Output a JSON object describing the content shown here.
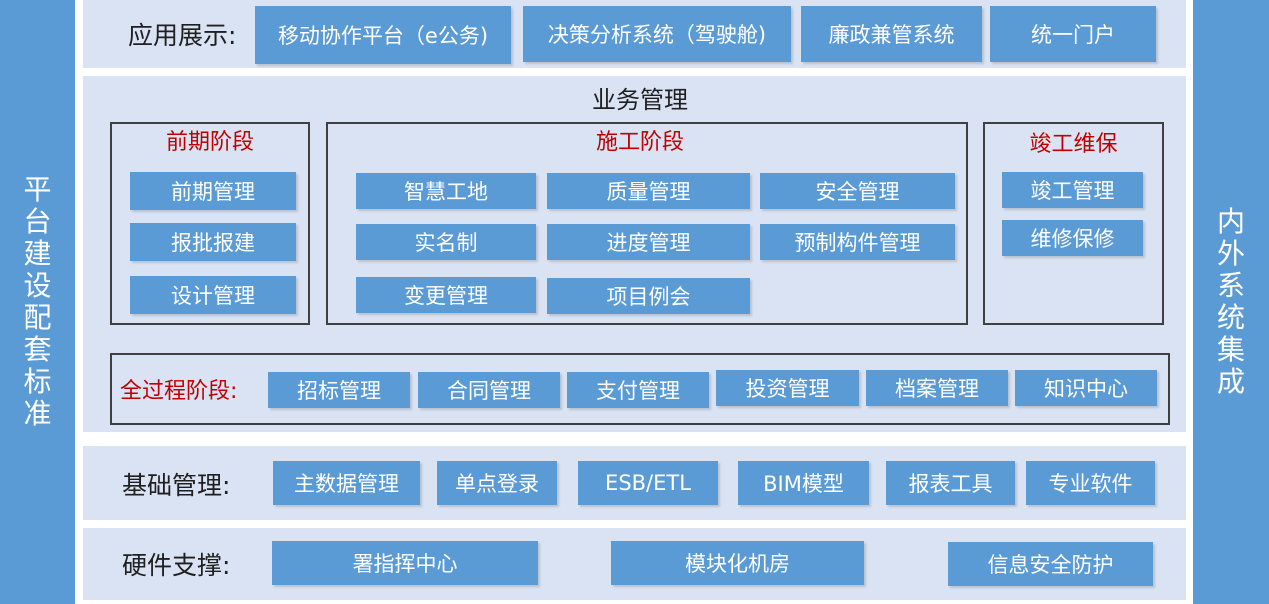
{
  "left_bar": "平台建设配套标准",
  "right_bar": "内外系统集成",
  "app_display": {
    "label": "应用展示:",
    "items": [
      "移动协作平台（e公务)",
      "决策分析系统（驾驶舱)",
      "廉政兼管系统",
      "统一门户"
    ]
  },
  "business": {
    "title": "业务管理",
    "early": {
      "title": "前期阶段",
      "items": [
        "前期管理",
        "报批报建",
        "设计管理"
      ]
    },
    "construction": {
      "title": "施工阶段",
      "items": [
        "智慧工地",
        "质量管理",
        "安全管理",
        "实名制",
        "进度管理",
        "预制构件管理",
        "变更管理",
        "项目例会"
      ]
    },
    "completion": {
      "title": "竣工维保",
      "items": [
        "竣工管理",
        "维修保修"
      ]
    },
    "whole": {
      "label": "全过程阶段:",
      "items": [
        "招标管理",
        "合同管理",
        "支付管理",
        "投资管理",
        "档案管理",
        "知识中心"
      ]
    }
  },
  "base": {
    "label": "基础管理:",
    "items": [
      "主数据管理",
      "单点登录",
      "ESB/ETL",
      "BIM模型",
      "报表工具",
      "专业软件"
    ]
  },
  "hardware": {
    "label": "硬件支撑:",
    "items": [
      "署指挥中心",
      "模块化机房",
      "信息安全防护"
    ]
  },
  "colors": {
    "box_blue": "#5b9bd5",
    "band_bg": "#dae3f3",
    "stage_title_red": "#c00000"
  }
}
